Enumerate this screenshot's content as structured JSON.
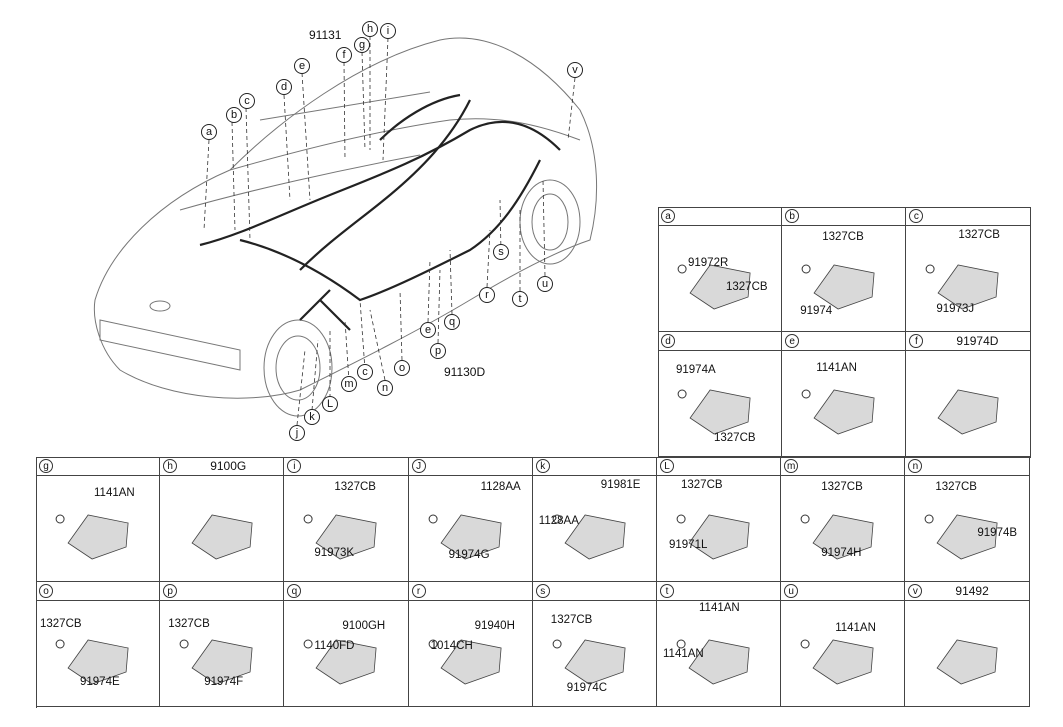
{
  "main": {
    "callouts": [
      "a",
      "b",
      "c",
      "d",
      "e",
      "f",
      "g",
      "h",
      "i",
      "v",
      "s",
      "r",
      "t",
      "u",
      "e",
      "q",
      "p",
      "o",
      "n",
      "m",
      "c",
      "L",
      "k",
      "j"
    ],
    "labels": {
      "top_harness": "91131",
      "bottom_harness": "91130D"
    }
  },
  "cells": [
    {
      "letter": "a",
      "header": "",
      "labels": [
        "91972R",
        "1327CB"
      ]
    },
    {
      "letter": "b",
      "header": "",
      "labels": [
        "1327CB",
        "91974"
      ]
    },
    {
      "letter": "c",
      "header": "",
      "labels": [
        "1327CB",
        "91973J"
      ]
    },
    {
      "letter": "d",
      "header": "",
      "labels": [
        "91974A",
        "1327CB"
      ]
    },
    {
      "letter": "e",
      "header": "",
      "labels": [
        "1141AN"
      ]
    },
    {
      "letter": "f",
      "header": "91974D",
      "labels": []
    },
    {
      "letter": "g",
      "header": "",
      "labels": [
        "1141AN"
      ]
    },
    {
      "letter": "h",
      "header": "9100G",
      "labels": []
    },
    {
      "letter": "i",
      "header": "",
      "labels": [
        "1327CB",
        "91973K"
      ]
    },
    {
      "letter": "J",
      "header": "",
      "labels": [
        "1128AA",
        "91974G"
      ]
    },
    {
      "letter": "k",
      "header": "",
      "labels": [
        "91981E",
        "1128AA"
      ]
    },
    {
      "letter": "L",
      "header": "",
      "labels": [
        "1327CB",
        "91971L"
      ]
    },
    {
      "letter": "m",
      "header": "",
      "labels": [
        "1327CB",
        "91974H"
      ]
    },
    {
      "letter": "n",
      "header": "",
      "labels": [
        "1327CB",
        "91974B"
      ]
    },
    {
      "letter": "o",
      "header": "",
      "labels": [
        "1327CB",
        "91974E"
      ]
    },
    {
      "letter": "p",
      "header": "",
      "labels": [
        "1327CB",
        "91974F"
      ]
    },
    {
      "letter": "q",
      "header": "",
      "labels": [
        "9100GH",
        "1140FD"
      ]
    },
    {
      "letter": "r",
      "header": "",
      "labels": [
        "91940H",
        "1014CH"
      ]
    },
    {
      "letter": "s",
      "header": "",
      "labels": [
        "1327CB",
        "91974C"
      ]
    },
    {
      "letter": "t",
      "header": "",
      "labels": [
        "1141AN",
        "1141AN"
      ]
    },
    {
      "letter": "u",
      "header": "",
      "labels": [
        "1141AN"
      ]
    },
    {
      "letter": "v",
      "header": "91492",
      "labels": []
    }
  ]
}
